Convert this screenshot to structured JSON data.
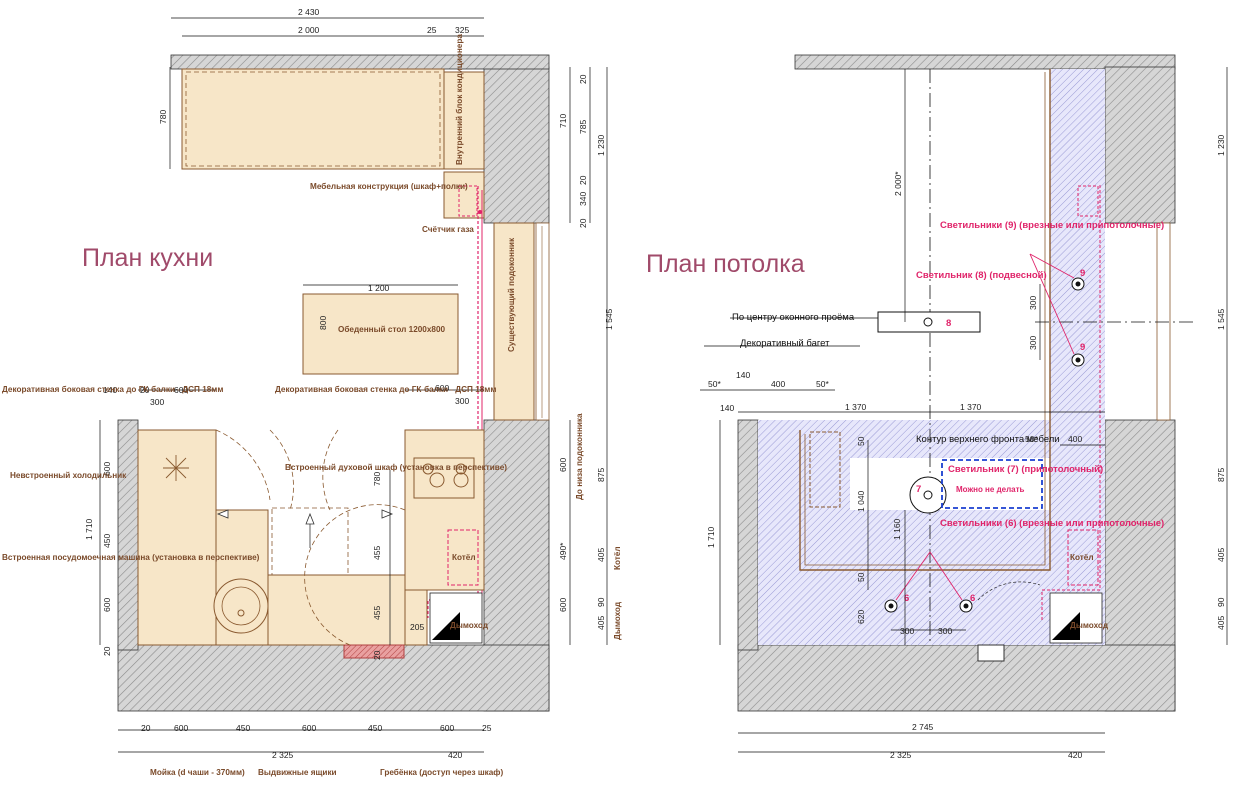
{
  "kitchen": {
    "title": "План кухни",
    "dims_top": [
      "2 430",
      "2 000",
      "25",
      "325"
    ],
    "dims_right": [
      "20",
      "710",
      "785",
      "20",
      "340",
      "20",
      "1 230",
      "1 545",
      "600",
      "875",
      "490*",
      "405",
      "90",
      "405",
      "600"
    ],
    "dims_left": [
      "780",
      "140",
      "20",
      "600",
      "300",
      "600",
      "1 710",
      "450",
      "600",
      "20"
    ],
    "dims_mid": [
      "1 200",
      "800",
      "600",
      "300",
      "780",
      "455",
      "455",
      "205",
      "20"
    ],
    "dims_bottom": [
      "20",
      "600",
      "450",
      "600",
      "450",
      "600",
      "25",
      "2 325",
      "420"
    ],
    "labels": {
      "ac_block": "Внутренний блок кондиционера",
      "furniture": "Мебельная конструкция (шкаф+полки)",
      "gas_meter": "Счётчик газа",
      "table": "Обеденный стол 1200х800",
      "sill": "Существующий подоконник",
      "deco_left": "Декоративная боковая стенка до ГК-балки - ДСП 18мм",
      "deco_right": "Декоративная боковая стенка до ГК-балки - ДСП 18мм",
      "fridge": "Невстроенный холодильник",
      "washer": "Встроенная посудомоечная машина (установка в перспективе)",
      "oven": "Встроенный духовой шкаф (установка в перспективе)",
      "boiler": "Котёл",
      "chimney": "Дымоход",
      "window_sill_height": "До низа подоконника",
      "boiler_side": "Котёл",
      "chimney_side": "Дымоход",
      "sink": "Мойка (d чаши - 370мм)",
      "drawers": "Выдвижные ящики",
      "comb": "Гребёнка (доступ через шкаф)"
    }
  },
  "ceiling": {
    "title": "План потолка",
    "dims": [
      "2 000*",
      "300",
      "300",
      "50*",
      "140",
      "400",
      "50*",
      "140",
      "1 370",
      "1 370",
      "50",
      "50*",
      "400",
      "1 040",
      "1 160",
      "50",
      "620",
      "300",
      "300",
      "1 710",
      "2 745",
      "2 325",
      "420",
      "1 230",
      "1 545",
      "875",
      "405",
      "90",
      "405"
    ],
    "labels": {
      "window_center": "По центру оконного проёма",
      "baguette": "Декоративный багет",
      "contour": "Контур верхнего фронта мебели",
      "lights9": "Светильники (9) (врезные или припотолочные)",
      "light8": "Светильник (8) (подвесной)",
      "light7": "Светильник (7) (припотолочный)",
      "light7_note": "Можно не делать",
      "lights6": "Светильники (6) (врезные или припотолочные)",
      "boiler": "Котёл",
      "chimney": "Дымоход"
    },
    "marks": [
      "9",
      "9",
      "8",
      "7",
      "6",
      "6"
    ]
  }
}
